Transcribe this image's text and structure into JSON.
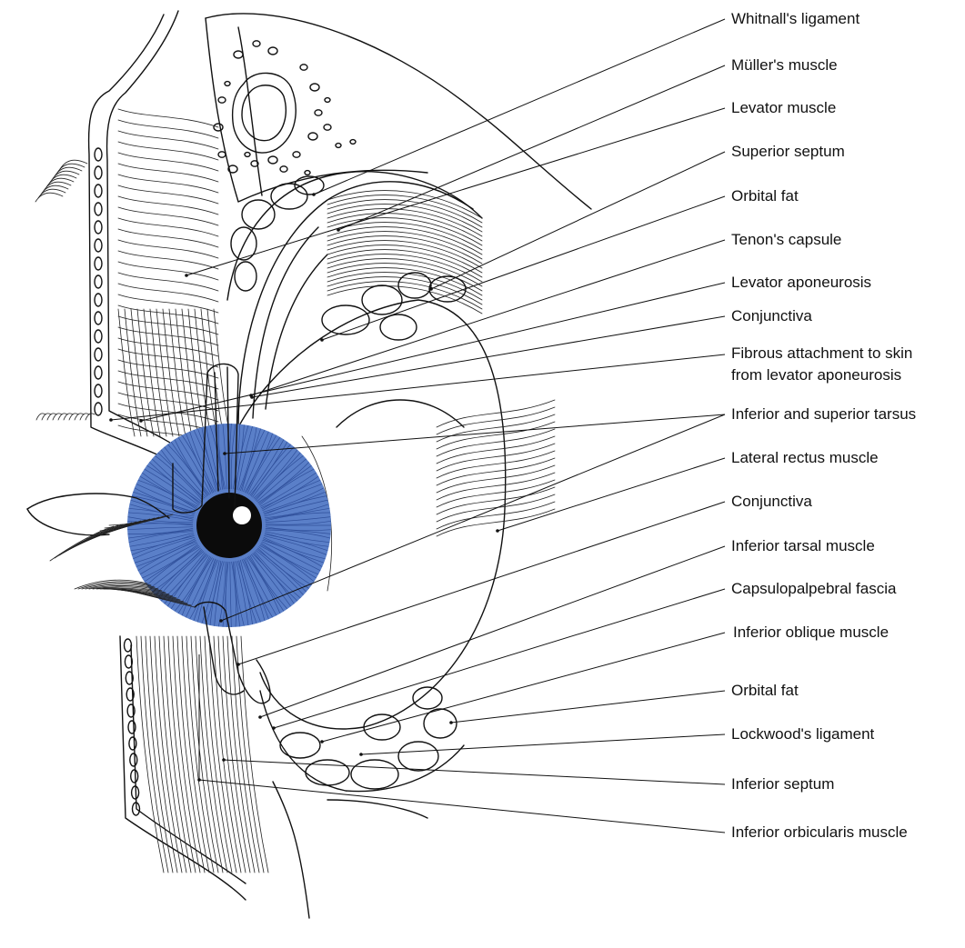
{
  "colors": {
    "iris": "#5a7fc8",
    "iris_dark": "#2f4f9a",
    "pupil": "#0b0b0b",
    "ink": "#111111"
  },
  "labels": [
    {
      "text": "Whitnall's ligament"
    },
    {
      "text": "Müller's muscle"
    },
    {
      "text": "Levator muscle"
    },
    {
      "text": "Superior septum"
    },
    {
      "text": "Orbital fat"
    },
    {
      "text": "Tenon's capsule"
    },
    {
      "text": "Levator aponeurosis"
    },
    {
      "text": "Conjunctiva"
    },
    {
      "text": "Fibrous attachment to skin"
    },
    {
      "text": "from levator aponeurosis"
    },
    {
      "text": "Inferior and superior tarsus"
    },
    {
      "text": "Lateral rectus muscle"
    },
    {
      "text": "Conjunctiva"
    },
    {
      "text": "Inferior tarsal muscle"
    },
    {
      "text": "Capsulopalpebral fascia"
    },
    {
      "text": "Inferior oblique muscle"
    },
    {
      "text": "Orbital fat"
    },
    {
      "text": "Lockwood's ligament"
    },
    {
      "text": "Inferior septum"
    },
    {
      "text": "Inferior orbicularis muscle"
    }
  ]
}
